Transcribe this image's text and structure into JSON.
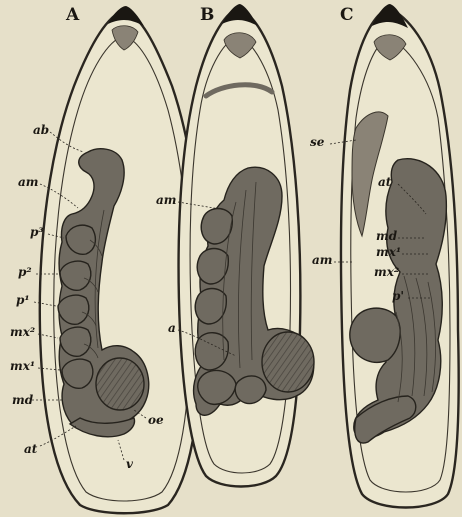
{
  "figure": {
    "panels": [
      {
        "id": "A",
        "label": "A",
        "annotations": [
          {
            "key": "ab",
            "text": "ab"
          },
          {
            "key": "am",
            "text": "am"
          },
          {
            "key": "p3",
            "text": "p³"
          },
          {
            "key": "p2",
            "text": "p²"
          },
          {
            "key": "p1",
            "text": "p¹"
          },
          {
            "key": "mx2",
            "text": "mx²"
          },
          {
            "key": "mx1",
            "text": "mx¹"
          },
          {
            "key": "md",
            "text": "md"
          },
          {
            "key": "at",
            "text": "at"
          },
          {
            "key": "oe",
            "text": "oe"
          },
          {
            "key": "v",
            "text": "v"
          }
        ]
      },
      {
        "id": "B",
        "label": "B",
        "annotations": [
          {
            "key": "am",
            "text": "am"
          },
          {
            "key": "a",
            "text": "a"
          }
        ]
      },
      {
        "id": "C",
        "label": "C",
        "annotations": [
          {
            "key": "se",
            "text": "se"
          },
          {
            "key": "at",
            "text": "at"
          },
          {
            "key": "am",
            "text": "am"
          },
          {
            "key": "md",
            "text": "md"
          },
          {
            "key": "mx1",
            "text": "mx¹"
          },
          {
            "key": "mx2",
            "text": "mx²"
          },
          {
            "key": "p1",
            "text": "p'"
          }
        ]
      }
    ]
  }
}
